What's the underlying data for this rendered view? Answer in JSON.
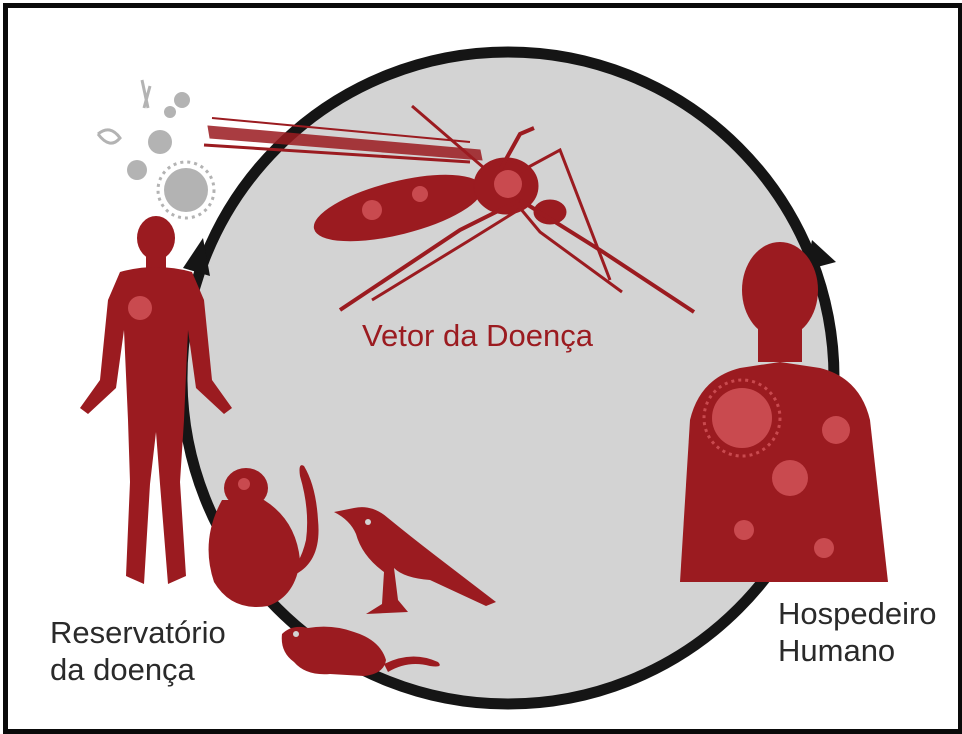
{
  "diagram": {
    "nodes": {
      "vector": {
        "label": "Vetor da Doença"
      },
      "reservoir": {
        "label_lines": [
          "Reservatório",
          "da doença"
        ]
      },
      "host": {
        "label_lines": [
          "Hospedeiro",
          "Humano"
        ]
      }
    },
    "cycle": {
      "arrows": [
        "reservoir-to-vector",
        "vector-to-host",
        "host-to-reservoir"
      ]
    },
    "icons": [
      "mosquito-icon",
      "reservoir-person-icon",
      "monkey-icon",
      "crow-icon",
      "rat-icon",
      "human-torso-icon",
      "pathogen-cluster-icon"
    ]
  },
  "colors": {
    "accent": "#9b1b20",
    "accent_light": "#c94a4f",
    "circle_fill": "#d3d3d3",
    "circle_stroke": "#151515",
    "text": "#2a2a2a",
    "pathogen": "#b3b3b3"
  }
}
